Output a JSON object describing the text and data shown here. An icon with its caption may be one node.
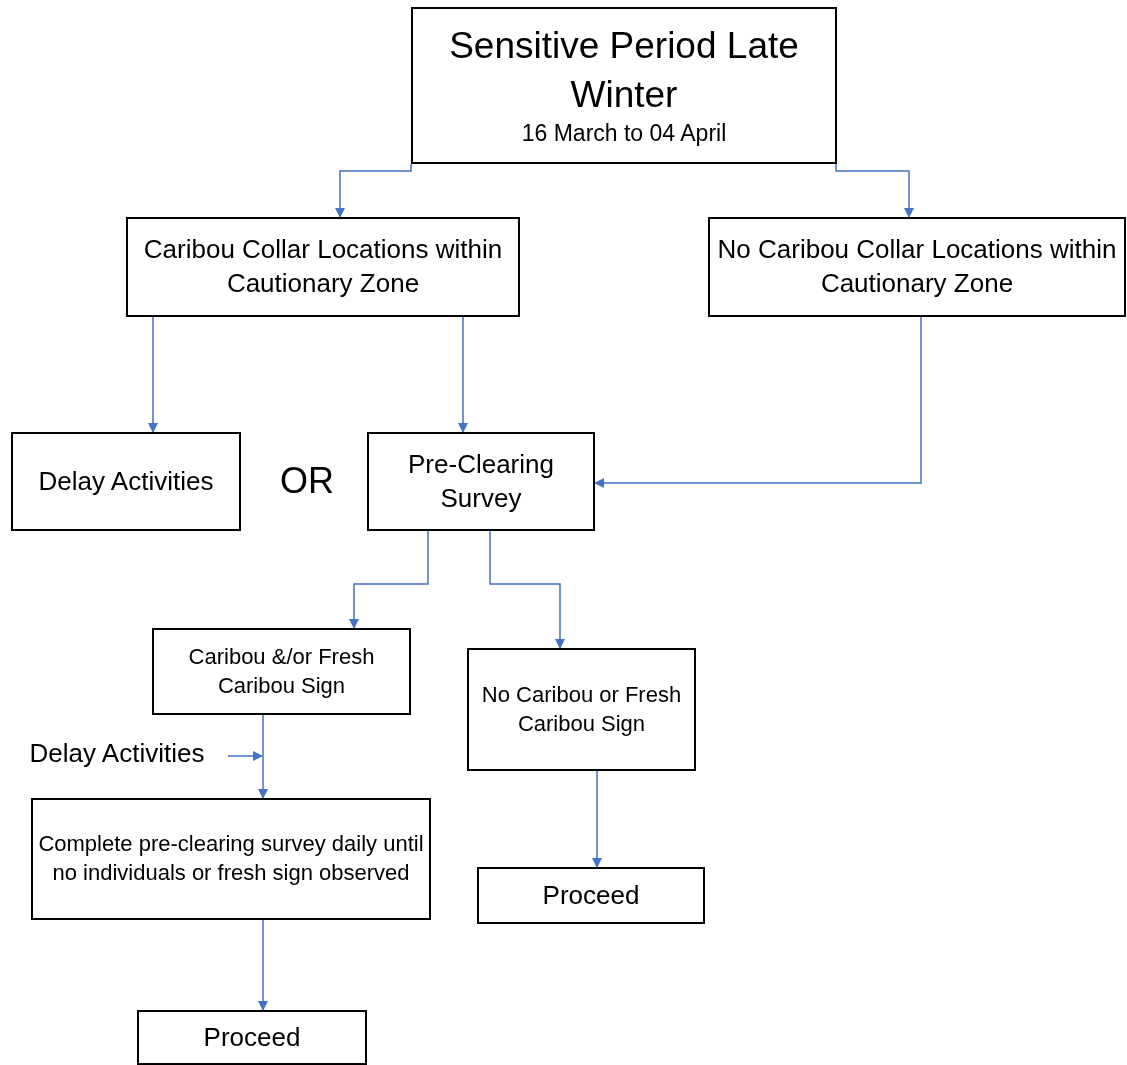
{
  "diagram": {
    "nodes": [
      {
        "text": [
          "Sensitive Period Late Winter",
          "16 March to 04 April"
        ]
      },
      {
        "text": [
          "Caribou Collar Locations within Cautionary Zone"
        ]
      },
      {
        "text": [
          "No Caribou Collar Locations within Cautionary Zone"
        ]
      },
      {
        "text": [
          "Delay Activities"
        ]
      },
      {
        "text": [
          "Pre-Clearing Survey"
        ]
      },
      {
        "text": [
          "Caribou &/or Fresh Caribou Sign"
        ]
      },
      {
        "text": [
          "No Caribou or Fresh Caribou Sign"
        ]
      },
      {
        "text": [
          "Complete pre-clearing survey daily until no individuals or fresh sign observed"
        ]
      },
      {
        "text": [
          "Proceed"
        ]
      },
      {
        "text": [
          "Proceed"
        ]
      },
      {
        "text": [
          "Delay Activities"
        ]
      }
    ],
    "edges": [
      {
        "from": 0,
        "to": 1,
        "arrow": "to"
      },
      {
        "from": 0,
        "to": 2,
        "arrow": "to"
      },
      {
        "from": 1,
        "to": 3,
        "arrow": "to"
      },
      {
        "from": 1,
        "to": 4,
        "arrow": "to"
      },
      {
        "from": 2,
        "to": 4,
        "arrow": "to"
      },
      {
        "from": 4,
        "to": 5,
        "arrow": "to"
      },
      {
        "from": 4,
        "to": 6,
        "arrow": "to"
      },
      {
        "from": 5,
        "to": 7,
        "arrow": "to"
      },
      {
        "from": 6,
        "to": 8,
        "arrow": "to"
      },
      {
        "from": 7,
        "to": 9,
        "arrow": "to"
      },
      {
        "from": 10,
        "to": null,
        "arrow": "to"
      }
    ],
    "labels": [
      "OR"
    ]
  }
}
